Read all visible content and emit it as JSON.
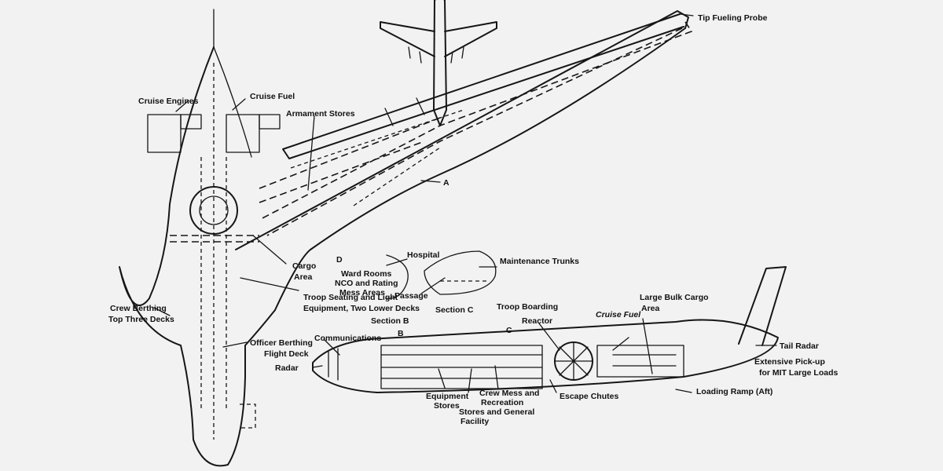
{
  "labels": {
    "tip_fueling_probe": "Tip Fueling Probe",
    "cruise_engines": "Cruise Engines",
    "cruise_fuel_top": "Cruise Fuel",
    "armament_stores": "Armament Stores",
    "section_a": "A",
    "cargo_area_1": "Cargo",
    "cargo_area_2": "Area",
    "section_d": "D",
    "ward_rooms": "Ward Rooms",
    "nco_rating": "NCO and Rating",
    "mess_areas": "Mess Areas",
    "hospital": "Hospital",
    "maintenance_trunks": "Maintenance Trunks",
    "passage": "Passage",
    "section_c_label": "Section C",
    "troop_boarding": "Troop Boarding",
    "crew_berthing_1": "Crew Berthing",
    "crew_berthing_2": "Top Three Decks",
    "troop_seating_1": "Troop Seating and Light",
    "troop_seating_2": "Equipment, Two Lower Decks",
    "section_b_label": "Section B",
    "section_b_mark": "B",
    "section_c_mark": "C",
    "reactor": "Reactor",
    "cruise_fuel_side": "Cruise Fuel",
    "bulk_cargo_1": "Large Bulk Cargo",
    "bulk_cargo_2": "Area",
    "tail_radar": "Tail Radar",
    "pickup_1": "Extensive Pick-up",
    "pickup_2": "for MIT Large Loads",
    "officer_berthing": "Officer Berthing",
    "communications": "Communications",
    "flight_deck": "Flight Deck",
    "radar": "Radar",
    "loading_ramp": "Loading Ramp (Aft)",
    "equipment_stores_1": "Equipment",
    "equipment_stores_2": "Stores",
    "crew_mess_1": "Crew Mess and",
    "crew_mess_2": "Recreation",
    "stores_general_1": "Stores and General",
    "stores_general_2": "Facility",
    "escape_chutes": "Escape Chutes"
  },
  "colors": {
    "ink": "#161616",
    "paper": "#f2f2f2"
  }
}
